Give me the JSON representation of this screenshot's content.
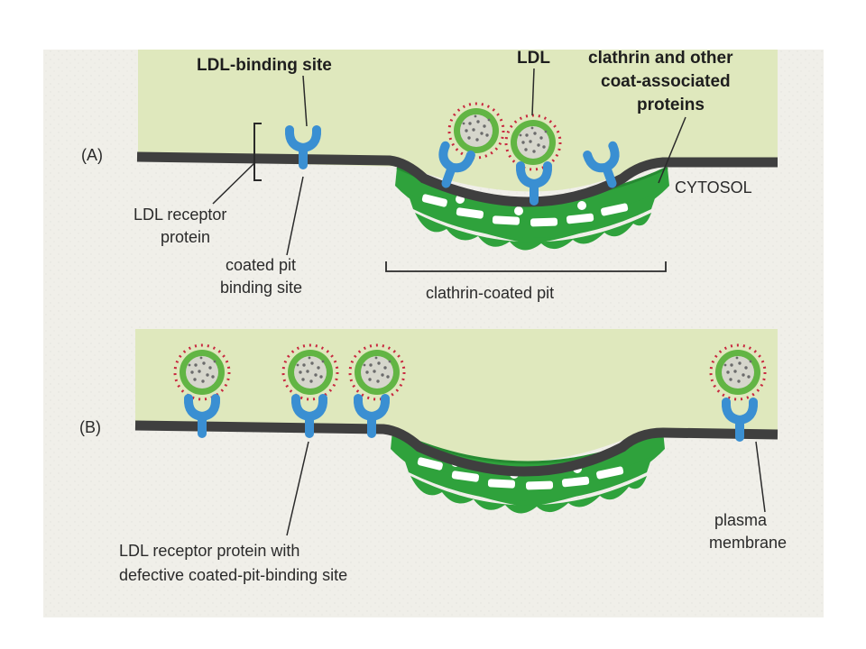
{
  "colors": {
    "cytosol": "#dfe8bd",
    "extracellular": "#f0efe9",
    "membrane": "#3f3f3f",
    "receptor": "#3a8fd2",
    "clathrin": "#2fa23c",
    "ldl_core": "#d6d6cc",
    "ldl_dots": "#6b6b6b",
    "ldl_shell": "#62b544",
    "apoprotein": "#c8283f"
  },
  "panel_a": {
    "label": "(A)",
    "ldl_binding_site": "LDL-binding site",
    "ldl": "LDL",
    "clathrin_line1": "clathrin and other",
    "clathrin_line2": "coat-associated",
    "clathrin_line3": "proteins",
    "cytosol": "CYTOSOL",
    "receptor_line1": "LDL receptor",
    "receptor_line2": "protein",
    "pit_site_line1": "coated pit",
    "pit_site_line2": "binding site",
    "coated_pit": "clathrin-coated pit"
  },
  "panel_b": {
    "label": "(B)",
    "defective_line1": "LDL receptor protein with",
    "defective_line2": "defective coated-pit-binding site",
    "membrane_line1": "plasma",
    "membrane_line2": "membrane"
  }
}
